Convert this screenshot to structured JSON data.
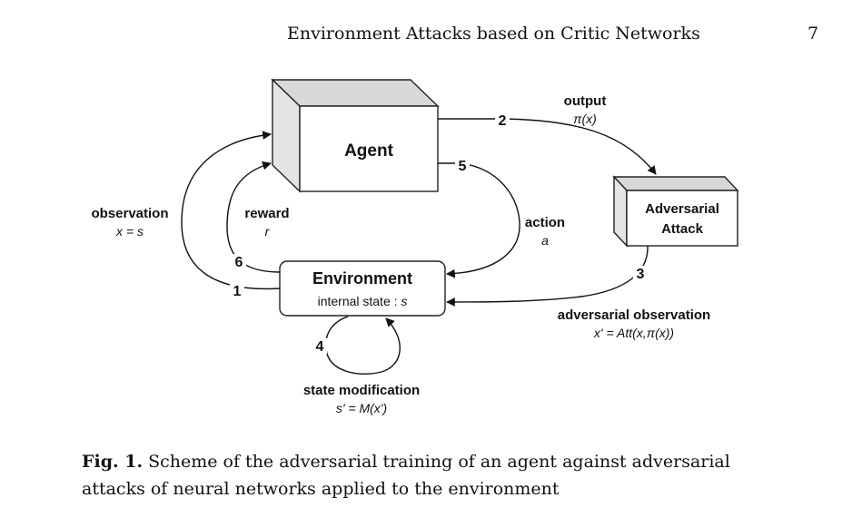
{
  "header": {
    "running_title": "Environment Attacks based on Critic Networks",
    "page_number": "7"
  },
  "figure": {
    "agent": {
      "label": "Agent"
    },
    "adversarial_attack": {
      "label_line1": "Adversarial",
      "label_line2": "Attack"
    },
    "environment": {
      "label": "Environment",
      "state_label": "internal state : ",
      "state_symbol": "s"
    },
    "edges": {
      "output": {
        "step": "2",
        "label": "output",
        "formula": "π(x)"
      },
      "adversarial_observation": {
        "step": "3",
        "label": "adversarial observation",
        "formula": "x' = Att(x,π(x))"
      },
      "state_modification": {
        "step": "4",
        "label": "state modification",
        "formula": "s' = M(x')"
      },
      "action": {
        "step": "5",
        "label": "action",
        "formula": "a"
      },
      "reward": {
        "step": "6",
        "label": "reward",
        "formula": "r"
      },
      "observation": {
        "step": "1",
        "label": "observation",
        "formula": "x = s"
      }
    }
  },
  "caption": {
    "label": "Fig. 1.",
    "text": "Scheme of the adversarial training of an agent against adversarial attacks of neural networks applied to the environment"
  }
}
